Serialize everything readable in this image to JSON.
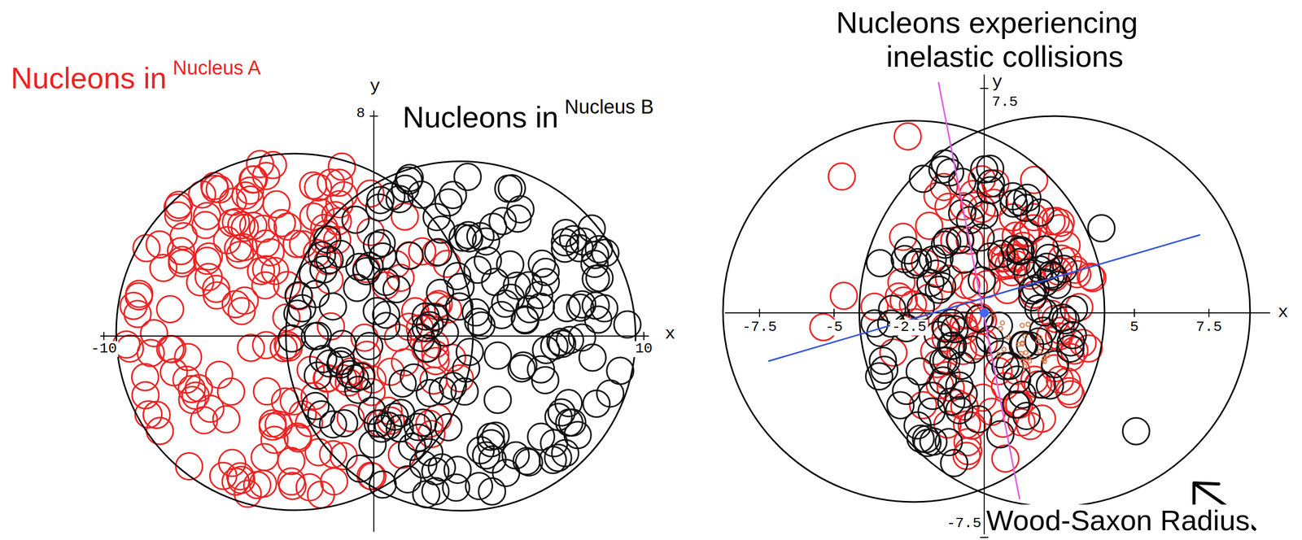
{
  "diagram": {
    "labels": [
      "Nucleons in",
      "Nucleus A",
      "y",
      "8",
      "Nucleons in",
      "Nucleus B",
      "-10",
      "10",
      "x",
      "Nucleons experiencing",
      "inelastic collisions",
      "y",
      "7.5",
      "-7.5",
      "-5",
      "-2.5",
      "5",
      "7.5",
      "x",
      "-7.5",
      "Wood-Saxon Radius"
    ]
  }
}
